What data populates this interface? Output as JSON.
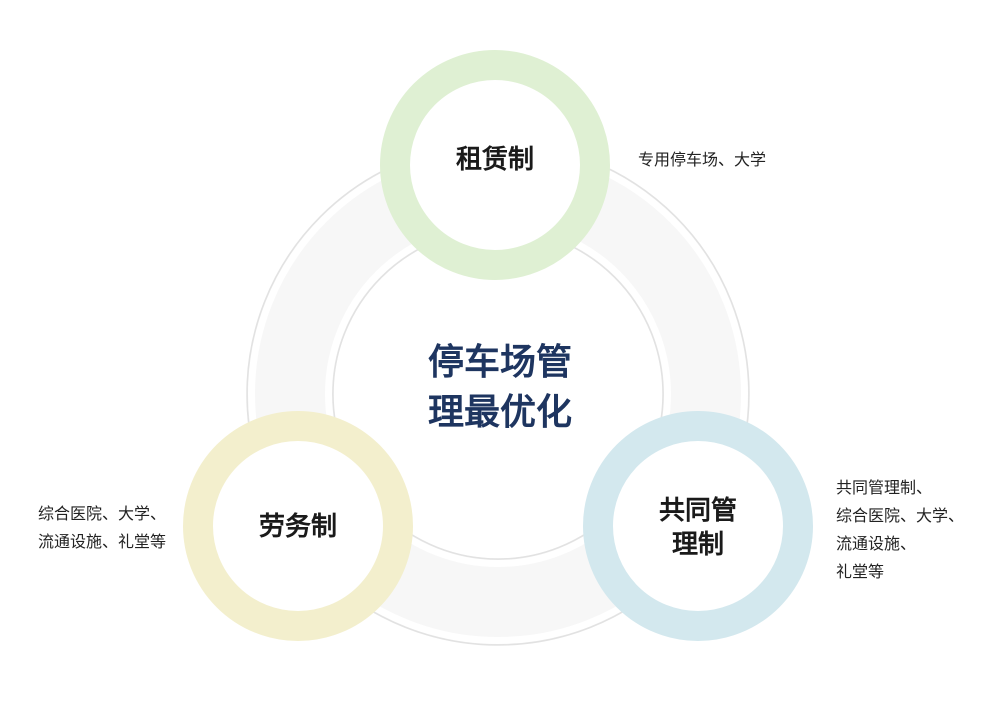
{
  "colors": {
    "outer_ring": "#e6e6e6",
    "zuling_ring": "#dff0d3",
    "laowu_ring": "#f3efcd",
    "gongtong_ring": "#d3e8ee",
    "center_text": "#1e3560"
  },
  "center": {
    "title_line1": "停车场管",
    "title_line2": "理最优化"
  },
  "nodes": {
    "zuling": {
      "label": "租赁制",
      "note_line1": "专用停车场、大学"
    },
    "laowu": {
      "label": "劳务制",
      "note_line1": "综合医院、大学、",
      "note_line2": "流通设施、礼堂等"
    },
    "gongtong": {
      "label_line1": "共同管",
      "label_line2": "理制",
      "note_line1": "共同管理制、",
      "note_line2": "综合医院、大学、",
      "note_line3": "流通设施、",
      "note_line4": "礼堂等"
    }
  }
}
